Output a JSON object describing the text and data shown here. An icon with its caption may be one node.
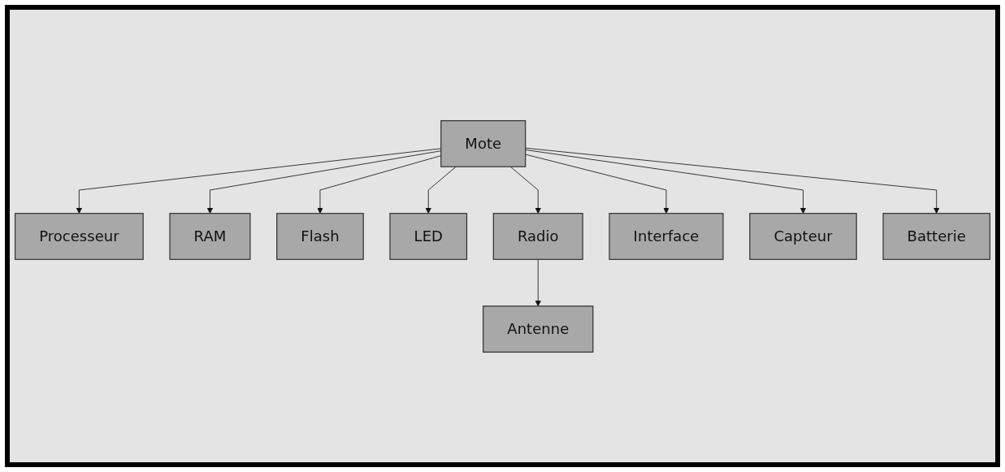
{
  "diagram": {
    "nodes": [
      {
        "text": [
          "Processeur"
        ]
      },
      {
        "text": [
          "RAM"
        ]
      },
      {
        "text": [
          "Flash"
        ]
      },
      {
        "text": [
          "LED"
        ]
      },
      {
        "text": [
          "Radio"
        ]
      },
      {
        "text": [
          "Mote"
        ]
      },
      {
        "text": [
          "Interface"
        ]
      },
      {
        "text": [
          "Capteur"
        ]
      },
      {
        "text": [
          "Antenne"
        ]
      },
      {
        "text": [
          "Batterie"
        ]
      }
    ],
    "edges": [
      {
        "from": 5,
        "to": 0,
        "arrow": "to"
      },
      {
        "from": 5,
        "to": 1,
        "arrow": "to"
      },
      {
        "from": 5,
        "to": 2,
        "arrow": "to"
      },
      {
        "from": 5,
        "to": 4,
        "arrow": "to"
      },
      {
        "from": 5,
        "to": 3,
        "arrow": "to"
      },
      {
        "from": 5,
        "to": 6,
        "arrow": "to"
      },
      {
        "from": 5,
        "to": 7,
        "arrow": "to"
      },
      {
        "from": 5,
        "to": 9,
        "arrow": "to"
      },
      {
        "from": 4,
        "to": 8,
        "arrow": "to"
      }
    ]
  }
}
